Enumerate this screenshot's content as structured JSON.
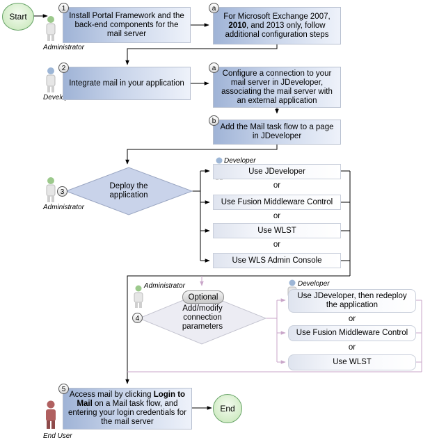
{
  "terminals": {
    "start": "Start",
    "end": "End"
  },
  "roles": {
    "administrator": "Administrator",
    "developer": "Developer",
    "end_user": "End User"
  },
  "steps": {
    "s1": {
      "num": "1",
      "text": "Install Portal Framework and the back-end components for the mail server"
    },
    "s1a": {
      "num": "a",
      "text_a": "For Microsoft Exchange 2007, ",
      "bold_1": "2010",
      "text_b": ", and 2013 only, follow additional configuration steps"
    },
    "s2": {
      "num": "2",
      "text": "Integrate mail in your application"
    },
    "s2a": {
      "num": "a",
      "text": "Configure a connection to your mail server in JDeveloper, associating the mail server with an external application"
    },
    "s2b": {
      "num": "b",
      "text": "Add the Mail task flow to a page in JDeveloper"
    },
    "s3": {
      "num": "3",
      "text": "Deploy the application"
    },
    "s4": {
      "num": "4",
      "optional": "Optional",
      "text": "Add/modify connection parameters"
    },
    "s5": {
      "num": "5",
      "text_a": "Access mail by clicking ",
      "bold_1": "Login to Mail",
      "text_b": " on a Mail task flow, and entering your login credentials for the mail server"
    }
  },
  "deploy_options": [
    "Use JDeveloper",
    "Use Fusion Middleware Control",
    "Use WLST",
    "Use WLS Admin Console"
  ],
  "modify_options": [
    "Use JDeveloper, then redeploy the application",
    "Use Fusion Middleware Control",
    "Use WLST"
  ],
  "or_label": "or"
}
